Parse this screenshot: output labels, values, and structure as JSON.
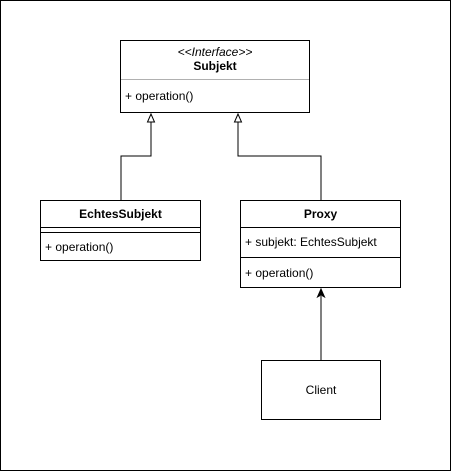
{
  "subjekt": {
    "stereotype": "<<Interface>>",
    "name": "Subjekt",
    "operation": "+ operation()"
  },
  "echtes_subjekt": {
    "name": "EchtesSubjekt",
    "operation": "+ operation()"
  },
  "proxy": {
    "name": "Proxy",
    "attribute": "+ subjekt: EchtesSubjekt",
    "operation": "+ operation()"
  },
  "client": {
    "name": "Client"
  }
}
